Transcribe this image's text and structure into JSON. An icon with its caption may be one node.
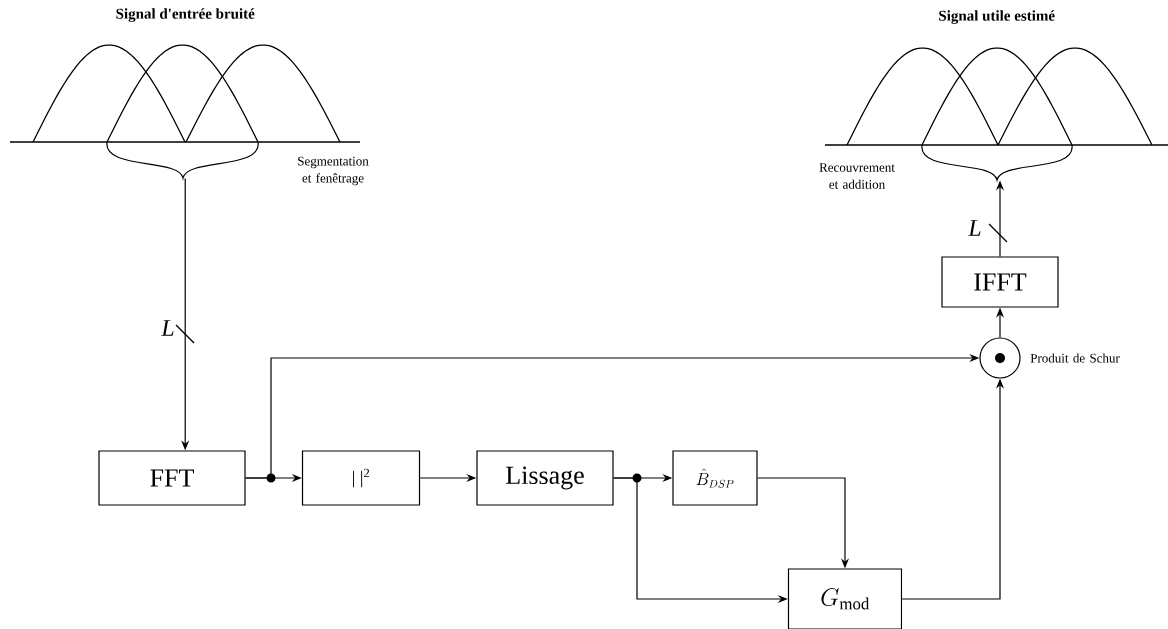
{
  "diagram": {
    "nodes": [
      {
        "text": [
          "Signal d'entrée bruité"
        ]
      },
      {
        "text": [
          "FFT"
        ]
      },
      {
        "text": [
          "| |$^{2}$"
        ]
      },
      {
        "text": [
          "Lissage"
        ]
      },
      {
        "text": [
          "\\hat{B}_{DSP}"
        ]
      },
      {
        "text": [
          "G_{\\mathrm{mod}}"
        ]
      },
      {
        "text": [],
        "shape": "circle",
        "beside": [
          "Produit de Schur"
        ]
      },
      {
        "text": [
          "IFFT"
        ]
      },
      {
        "text": [
          "Signal utile estimé"
        ]
      }
    ],
    "labels": [
      "Segmentation et fenêtrage",
      "Recouvrement et addition"
    ],
    "edges": [
      {
        "from": 0,
        "to": 1,
        "arrow": "to",
        "label": "L"
      },
      {
        "from": 1,
        "to": 2,
        "arrow": "to"
      },
      {
        "from": 1,
        "to": 6,
        "arrow": "to"
      },
      {
        "from": 2,
        "to": 3,
        "arrow": "to"
      },
      {
        "from": 3,
        "to": 4,
        "arrow": "to"
      },
      {
        "from": 3,
        "to": 5,
        "arrow": "to"
      },
      {
        "from": 4,
        "to": 5,
        "arrow": "to"
      },
      {
        "from": 5,
        "to": 6,
        "arrow": "to"
      },
      {
        "from": 6,
        "to": 7,
        "arrow": "to"
      },
      {
        "from": 7,
        "to": 8,
        "arrow": "to",
        "label": "L"
      }
    ]
  }
}
